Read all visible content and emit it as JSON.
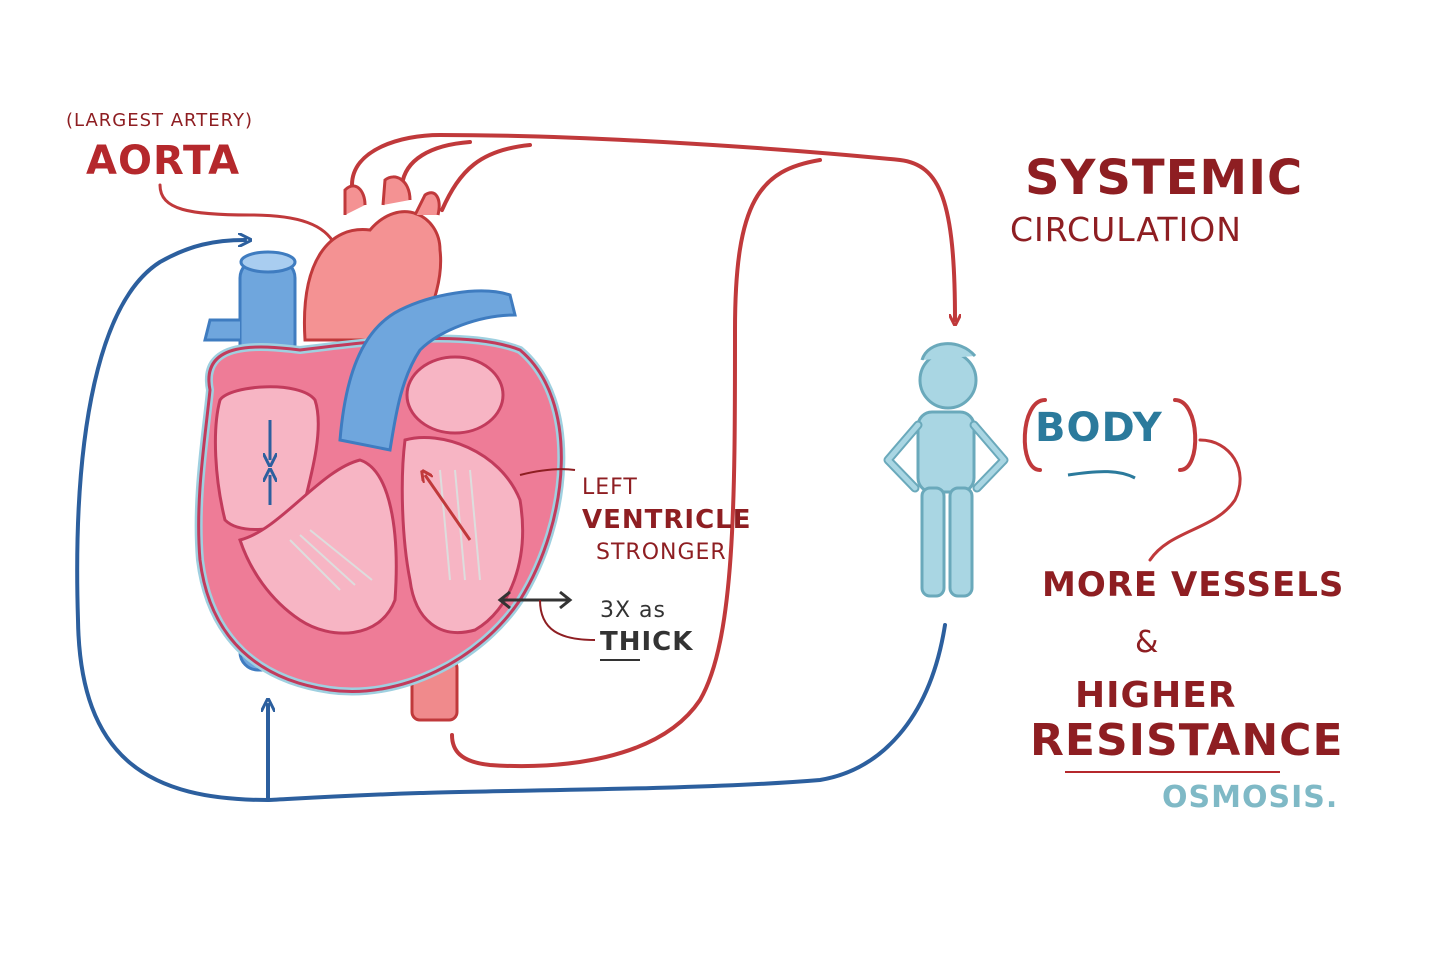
{
  "labels": {
    "aorta_note": "(LARGEST ARTERY)",
    "aorta": "AORTA",
    "systemic": "SYSTEMIC",
    "circulation": "CIRCULATION",
    "body": "BODY",
    "left_ventricle": [
      "LEFT",
      "VENTRICLE",
      "STRONGER"
    ],
    "thickness": "3X as",
    "thick": "THICK",
    "more_vessels": "MORE VESSELS",
    "and_symbol": "&",
    "higher": "HIGHER",
    "resistance": "RESISTANCE",
    "watermark": "OSMOSIS."
  },
  "colors": {
    "artery_red": "#c0393b",
    "vein_blue": "#2c5f9e",
    "heart_pink": "#ee7c97",
    "heart_light": "#f7b5c4",
    "vessel_blue": "#6fa6dd",
    "person_blue": "#a9d6e3",
    "label_red": "#b5282c",
    "label_blue": "#2b7a9c"
  },
  "icons": [
    "heart-illustration",
    "person-figure",
    "flow-arrow"
  ]
}
